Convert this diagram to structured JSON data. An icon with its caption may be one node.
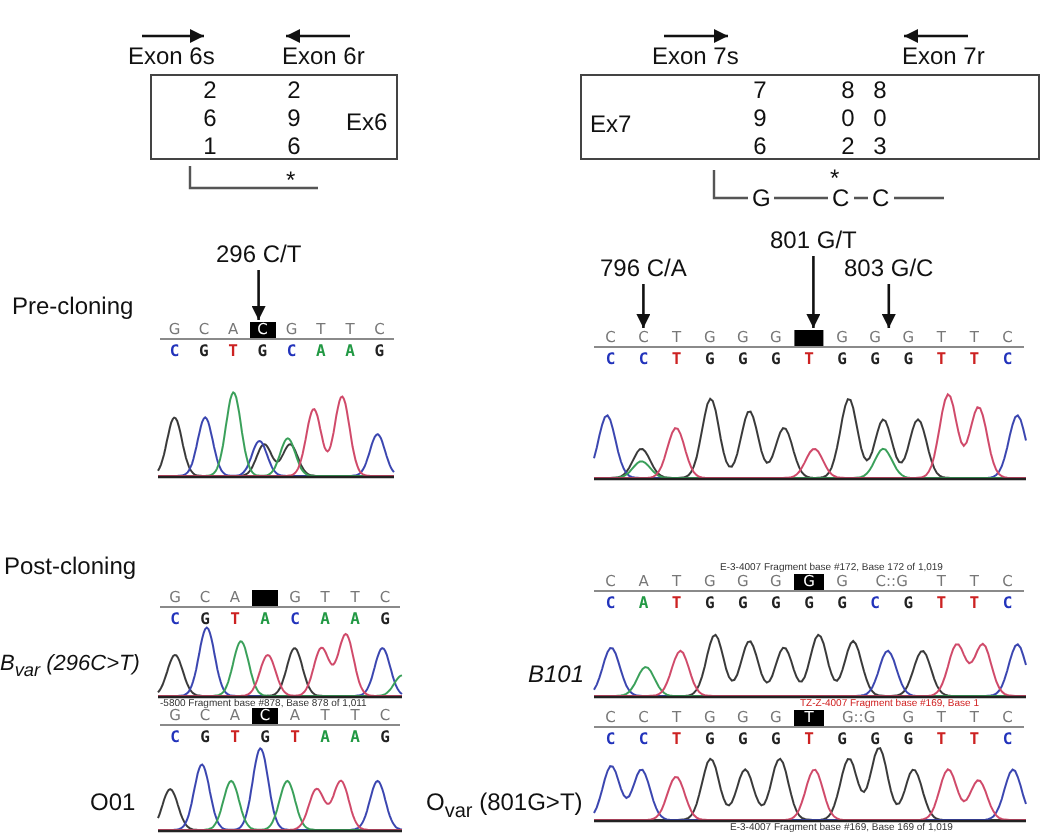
{
  "diagram": {
    "nodes": [
      {
        "text": [
          "2 6 1",
          "2 9 6",
          "Ex6"
        ]
      },
      {
        "text": [
          "Ex7",
          "7 9 6",
          "8 0 2",
          "8 0 3"
        ]
      },
      {
        "text": [
          "296 C/T"
        ]
      },
      {
        "text": [
          "796 C/A"
        ]
      },
      {
        "text": [
          "801 G/T"
        ]
      },
      {
        "text": [
          "803 G/C"
        ]
      },
      {
        "text": [
          "G C A **C** G T T C"
        ]
      },
      {
        "text": [
          "C C T G G G G G G T T C"
        ]
      }
    ],
    "edges": [
      {
        "from": 2,
        "to": 6,
        "arrow": "to"
      },
      {
        "from": 3,
        "to": 7,
        "arrow": "to"
      },
      {
        "from": 4,
        "to": 7,
        "arrow": "to"
      },
      {
        "from": 5,
        "to": 7,
        "arrow": "to"
      }
    ],
    "labels": [
      "Exon 6s",
      "Exon 6r",
      "Exon 7s",
      "Exon 7r",
      "*",
      "*",
      "G",
      "C",
      "C",
      "Pre-cloning",
      "C G T G C A A G",
      "C C T G G G T G G G T T C",
      "Post-cloning",
      "G C A G T T C",
      "C G T A C A A G",
      "E-3-4007 Fragment base #172, Base 172 of 1,019",
      "C A T G G G **G** G C::G T T C",
      "C A T G G G G G C G T T C",
      "B$_{var}$ (296C>T)",
      "B101",
      "-5800 Fragment base #878, Base 878 of 1,011",
      "TZ-Z-4007 Fragment base #169, Base 1",
      "G C A **C** A T T C",
      "C G T G T A A G",
      "C C T G G G **T** G::G G T T C",
      "C C T G G G T G G G T T C",
      "O01",
      "O$_{var}$ (801G>T)",
      "E-3-4007 Fragment base #169, Base 169 of 1,019"
    ]
  }
}
